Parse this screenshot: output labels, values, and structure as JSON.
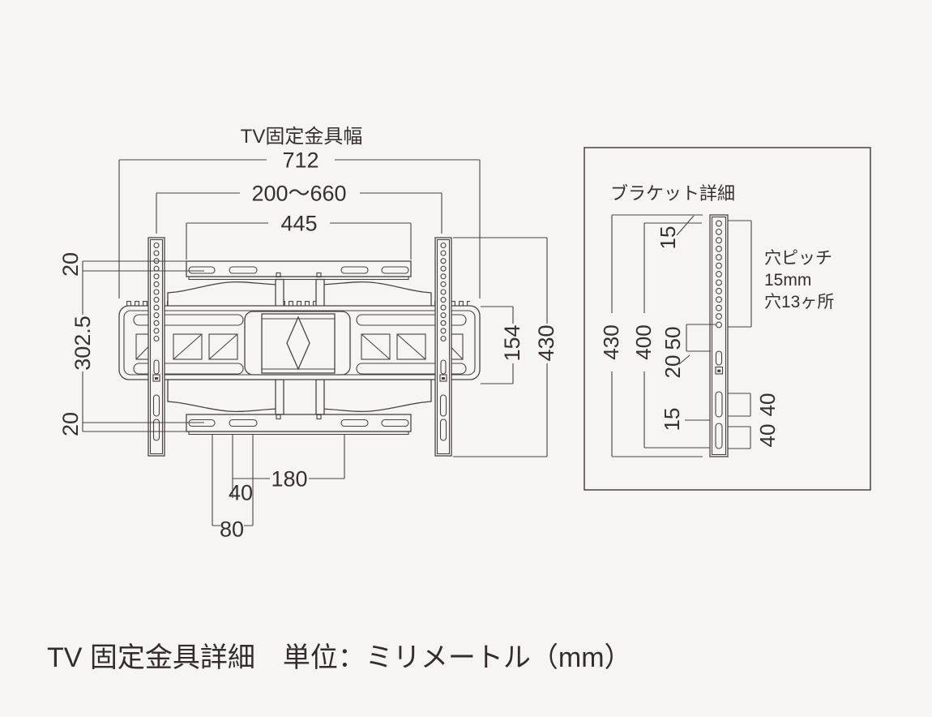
{
  "colors": {
    "background": "#f6f5f3",
    "line": "#4a4240",
    "text": "#38302e"
  },
  "caption": {
    "text": "TV 固定金具詳細　単位：ミリメートル（mm）"
  },
  "front_view": {
    "title": "TV固定金具幅",
    "dimensions": {
      "overall_width": "712",
      "adjustable_span": "200〜660",
      "bar_width": "445",
      "edge_to_slot_top": "20",
      "slot_span_vertical": "302.5",
      "edge_to_slot_bottom": "20",
      "body_height": "154",
      "rail_height": "430",
      "hole_pitch_180": "180",
      "hole_pitch_40": "40",
      "hole_pitch_80": "80"
    }
  },
  "detail_view": {
    "title": "ブラケット詳細",
    "note": {
      "line1": "穴ピッチ",
      "line2": "15mm",
      "line3": "穴13ヶ所"
    },
    "dimensions": {
      "rail_height": "430",
      "hole_row_span": "400",
      "top_to_first_hole": "15",
      "last_hole_to_hook": "50",
      "hook_length": "20",
      "slot_gap": "15",
      "slot_top": "40",
      "slot_bottom": "40"
    }
  }
}
